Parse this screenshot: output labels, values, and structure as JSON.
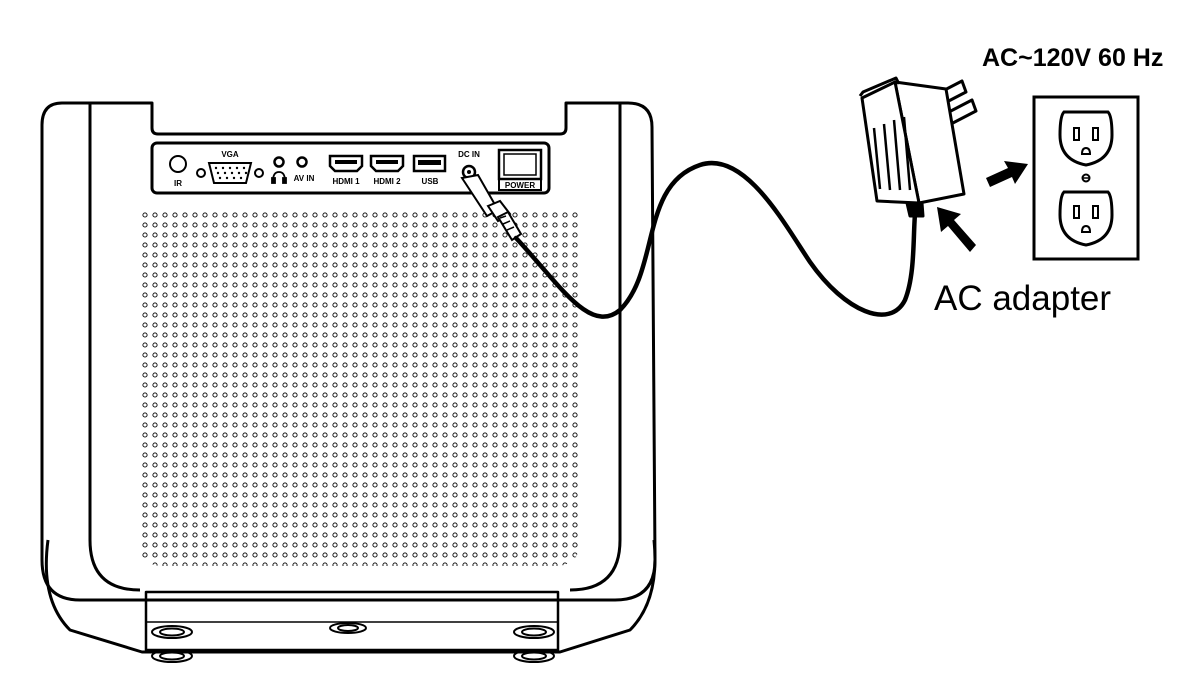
{
  "labels": {
    "voltage": "AC~120V 60 Hz",
    "adapter": "AC adapter"
  },
  "ports": {
    "ir": "IR",
    "vga": "VGA",
    "av_in": "AV IN",
    "hdmi1": "HDMI 1",
    "hdmi2": "HDMI 2",
    "usb": "USB",
    "dc_in": "DC IN",
    "power": "POWER"
  },
  "colors": {
    "line": "#000000",
    "background": "#ffffff"
  },
  "icons": [
    "headphone-icon",
    "arrow-icon"
  ]
}
